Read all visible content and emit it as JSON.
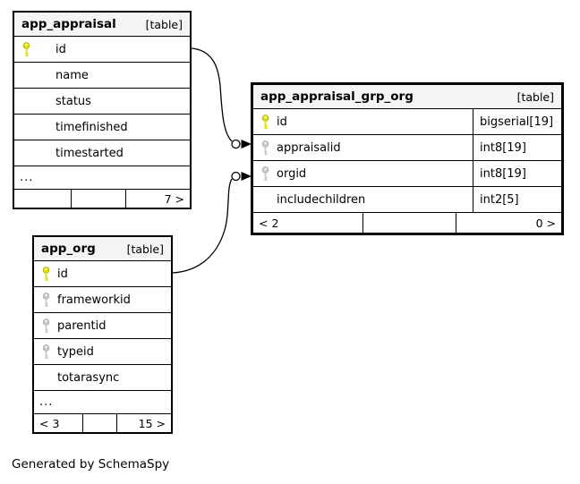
{
  "diagram": {
    "generated_by": "Generated by SchemaSpy"
  },
  "tables": [
    {
      "name": "app_appraisal",
      "type_label": "[table]",
      "columns": [
        {
          "name": "id",
          "key": "primary"
        },
        {
          "name": "name",
          "key": "none"
        },
        {
          "name": "status",
          "key": "none"
        },
        {
          "name": "timefinished",
          "key": "none"
        },
        {
          "name": "timestarted",
          "key": "none"
        }
      ],
      "ellipsis": "...",
      "footer": {
        "left": "",
        "middle": "",
        "right": "7 >"
      }
    },
    {
      "name": "app_appraisal_grp_org",
      "type_label": "[table]",
      "columns": [
        {
          "name": "id",
          "type": "bigserial[19]",
          "key": "primary"
        },
        {
          "name": "appraisalid",
          "type": "int8[19]",
          "key": "foreign"
        },
        {
          "name": "orgid",
          "type": "int8[19]",
          "key": "foreign"
        },
        {
          "name": "includechildren",
          "type": "int2[5]",
          "key": "none"
        }
      ],
      "footer": {
        "left": "< 2",
        "middle": "",
        "right": "0 >"
      }
    },
    {
      "name": "app_org",
      "type_label": "[table]",
      "columns": [
        {
          "name": "id",
          "key": "primary"
        },
        {
          "name": "frameworkid",
          "key": "foreign"
        },
        {
          "name": "parentid",
          "key": "foreign"
        },
        {
          "name": "typeid",
          "key": "foreign"
        },
        {
          "name": "totarasync",
          "key": "none"
        }
      ],
      "ellipsis": "...",
      "footer": {
        "left": "< 3",
        "middle": "",
        "right": "15 >"
      }
    }
  ],
  "relationships": [
    {
      "from": "app_appraisal.id",
      "to": "app_appraisal_grp_org.appraisalid"
    },
    {
      "from": "app_org.id",
      "to": "app_appraisal_grp_org.orgid"
    }
  ],
  "colors": {
    "header_bg": "#f4f4f4",
    "border": "#000000",
    "primary_key": "#dfdf00",
    "foreign_key": "#c9c9c9"
  }
}
